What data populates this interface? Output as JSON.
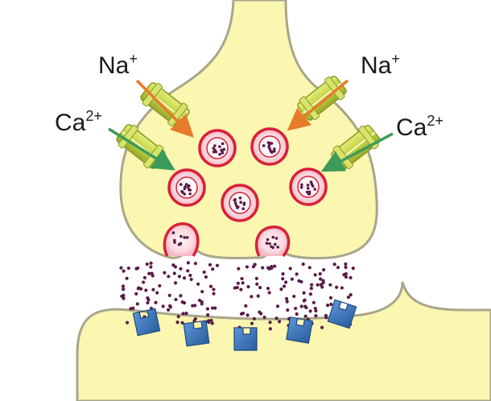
{
  "labels": {
    "na_left": {
      "base": "Na",
      "sup": "+"
    },
    "ca_left": {
      "base": "Ca",
      "sup": "2+"
    },
    "na_right": {
      "base": "Na",
      "sup": "+"
    },
    "ca_right": {
      "base": "Ca",
      "sup": "2+"
    }
  },
  "colors": {
    "cell_fill": "#fbf6b0",
    "cell_stroke": "#a7a68a",
    "vesicle_ring": "#d8203b",
    "vesicle_fill": "#fde8ec",
    "neurotransmitter": "#5a1a48",
    "channel": "#c7d84a",
    "receptor": "#3d78c0",
    "na_arrow": "#e87a2c",
    "ca_arrow": "#3c9a5a"
  }
}
